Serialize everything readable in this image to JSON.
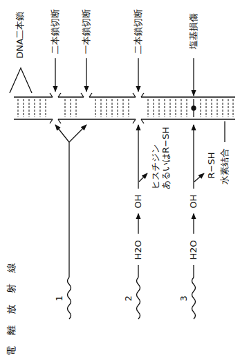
{
  "diagram": {
    "labels": [
      "DNA二本鎖",
      "二本鎖切断",
      "一本鎖切断",
      "二本鎖切断",
      "塩基損傷",
      "水素結合",
      "電離放射線",
      "1",
      "2",
      "3",
      "H2O",
      "OH",
      "ヒスチジン あるいはR−SH",
      "H2O",
      "OH",
      "R−SH"
    ]
  }
}
